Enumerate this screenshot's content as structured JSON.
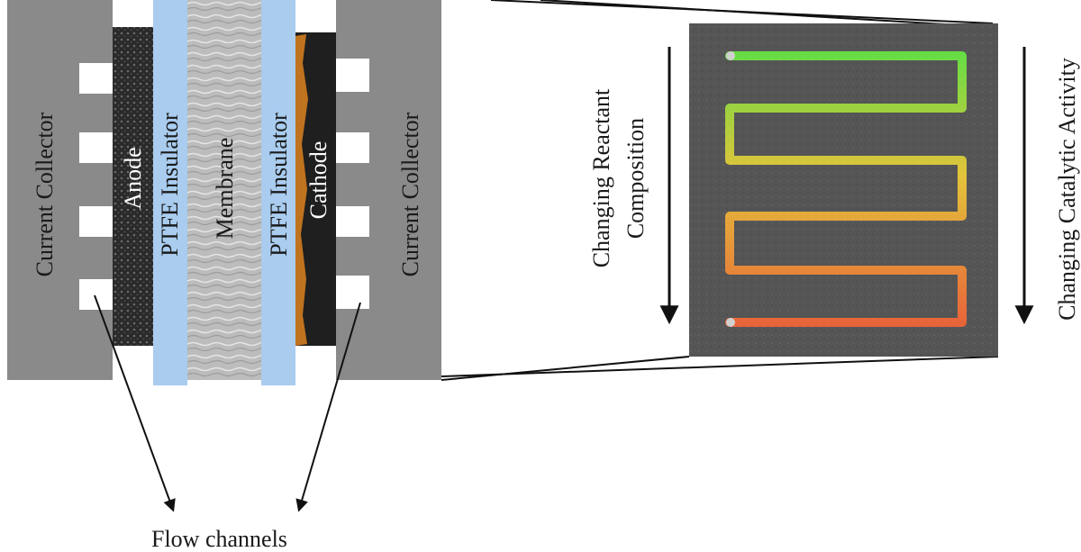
{
  "labels": {
    "current_collector_left": "Current Collector",
    "anode": "Anode",
    "ptfe_left": "PTFE Insulator",
    "membrane": "Membrane",
    "ptfe_right": "PTFE Insulator",
    "cathode": "Cathode",
    "current_collector_right": "Current Collector",
    "reactant_line1": "Changing Reactant",
    "reactant_line2": "Composition",
    "catalytic": "Changing Catalytic Activity",
    "flow_channels": "Flow channels"
  },
  "colors": {
    "collector": "#8a8a8a",
    "ptfe": "#a9ccef",
    "membrane": "#b9b9b9",
    "anode": "#262626",
    "cathode": "#1f1f1f",
    "cathode_coating": "#c0731f",
    "channel_start": "#66dd44",
    "channel_end": "#e86a35",
    "plate": "#555555"
  }
}
